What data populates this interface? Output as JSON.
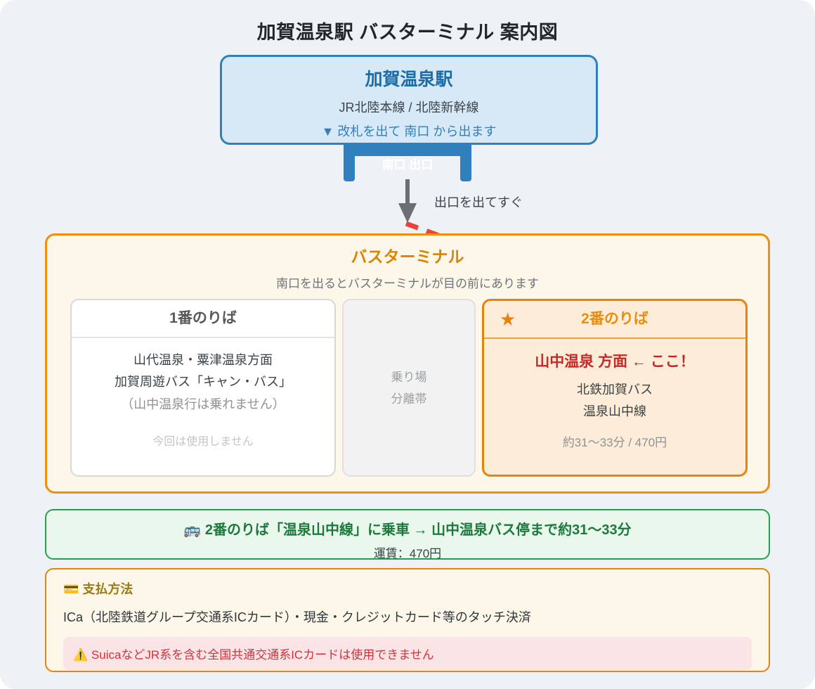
{
  "page": {
    "title": "加賀温泉駅 バスターミナル 案内図",
    "bg_color": "#eef1f6"
  },
  "station": {
    "name": "加賀温泉駅",
    "lines": "JR北陸本線 / 北陸新幹線",
    "exit_note": "▼ 改札を出て 南口 から出ます",
    "border_color": "#2f80bd",
    "fill_color": "#d7e8f7"
  },
  "exit_tab": {
    "label": "南口 出口",
    "color": "#2f80bd"
  },
  "flow": {
    "caption": "出口を出てすぐ",
    "arrow_color": "#6b6f73",
    "dashed_arrow_color": "#e8443a"
  },
  "terminal": {
    "name": "バスターミナル",
    "subtitle": "南口を出るとバスターミナルが目の前にあります",
    "border_color": "#f0900a",
    "fill_color": "#fdf7ea",
    "platforms": [
      {
        "header": "1番のりば",
        "line1": "山代温泉・粟津温泉方面",
        "line2": "加賀周遊バス「キャン・バス」",
        "line3": "（山中温泉行は乗れません）",
        "note": "今回は使用しません"
      },
      {
        "text_line1": "乗り場",
        "text_line2": "分離帯"
      },
      {
        "star": "★",
        "header": "2番のりば",
        "highlight": "山中温泉 方面 ← ここ！",
        "operator": "北鉄加賀バス",
        "route": "温泉山中線",
        "duration_fare": "約31〜33分 / 470円",
        "highlight_color": "#c62828",
        "border_color": "#e8820c"
      }
    ]
  },
  "summary": {
    "icon": "bus-icon",
    "icon_glyph": "🚌",
    "line1": "2番のりば「温泉山中線」に乗車 → 山中温泉バス停まで約31〜33分",
    "line2": "運賃：470円",
    "border_color": "#25a14e",
    "fill_color": "#e9f7ed"
  },
  "payment": {
    "icon": "credit-card-icon",
    "icon_glyph": "💳",
    "heading": "支払方法",
    "body": "ICa（北陸鉄道グループ交通系ICカード）・現金・クレジットカード等のタッチ決済",
    "warning_icon": "warning-icon",
    "warning_icon_glyph": "⚠️",
    "warning": "SuicaなどJR系を含む全国共通交通系ICカードは使用できません",
    "border_color": "#e8820c"
  }
}
